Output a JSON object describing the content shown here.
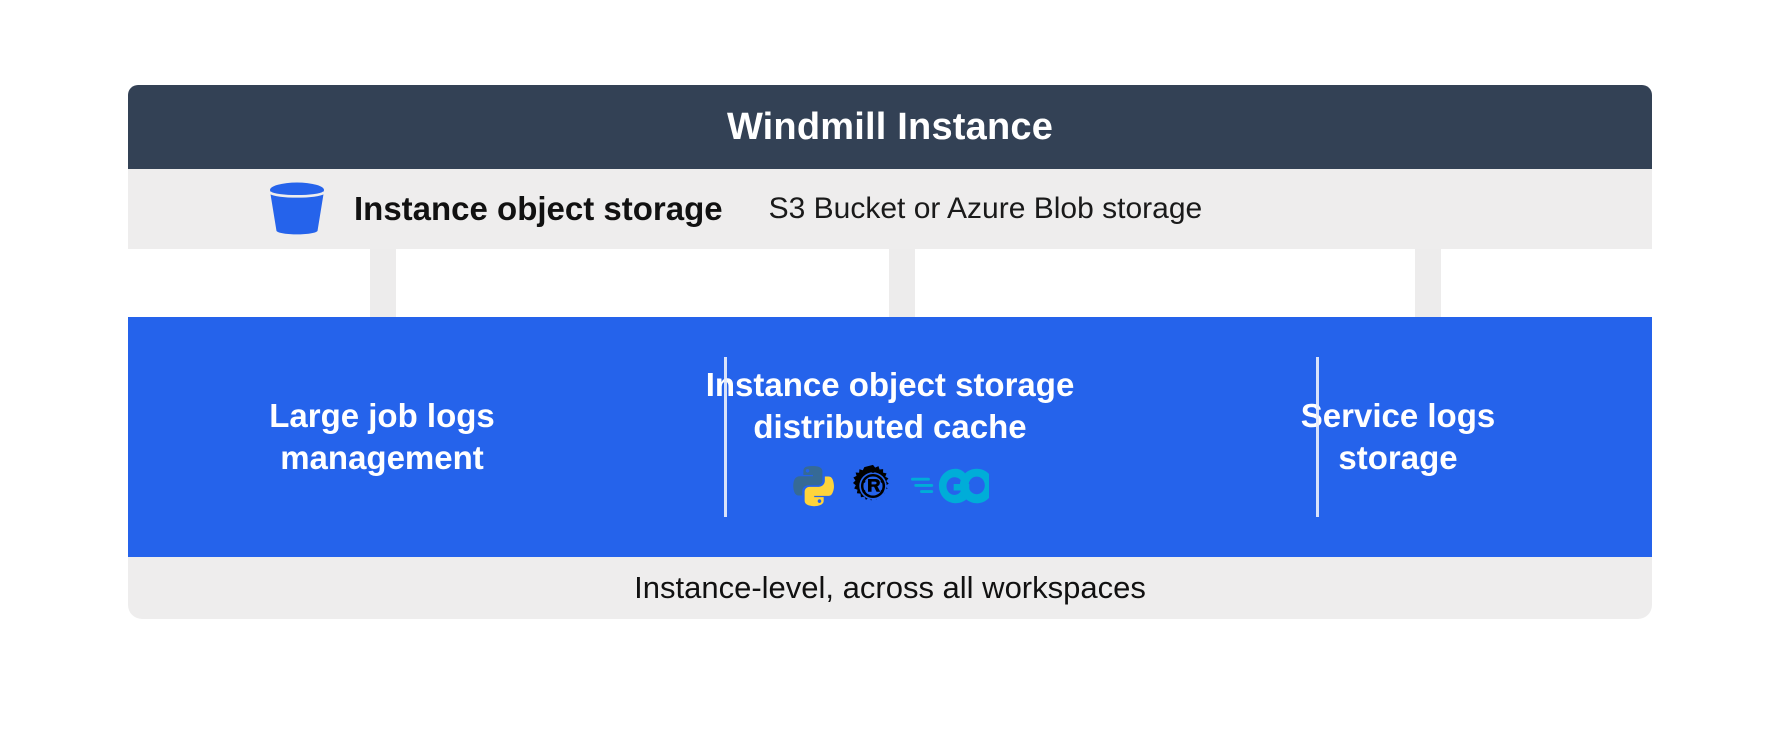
{
  "header": {
    "title": "Windmill Instance"
  },
  "storage_row": {
    "icon": "bucket-icon",
    "label": "Instance object storage",
    "subtitle": "S3 Bucket or Azure Blob storage"
  },
  "connectors": {
    "arrow_count": 3,
    "arrow_color": "#EDECEC"
  },
  "panel": {
    "background_color": "#2563EB",
    "columns": [
      {
        "title": "Large job logs\nmanagement",
        "logos": []
      },
      {
        "title": "Instance object storage\ndistributed cache",
        "logos": [
          "python-logo",
          "rust-logo",
          "go-logo"
        ]
      },
      {
        "title": "Service logs\nstorage",
        "logos": []
      }
    ]
  },
  "footer": {
    "text": "Instance-level, across all workspaces"
  },
  "colors": {
    "header_background": "#334155",
    "row_background": "#EEEDED",
    "accent_blue": "#2563EB",
    "bucket_blue": "#2563EB",
    "python_teal": "#366A96",
    "python_yellow": "#FFD43B",
    "rust_black": "#000000",
    "go_cyan": "#00ADD8"
  }
}
